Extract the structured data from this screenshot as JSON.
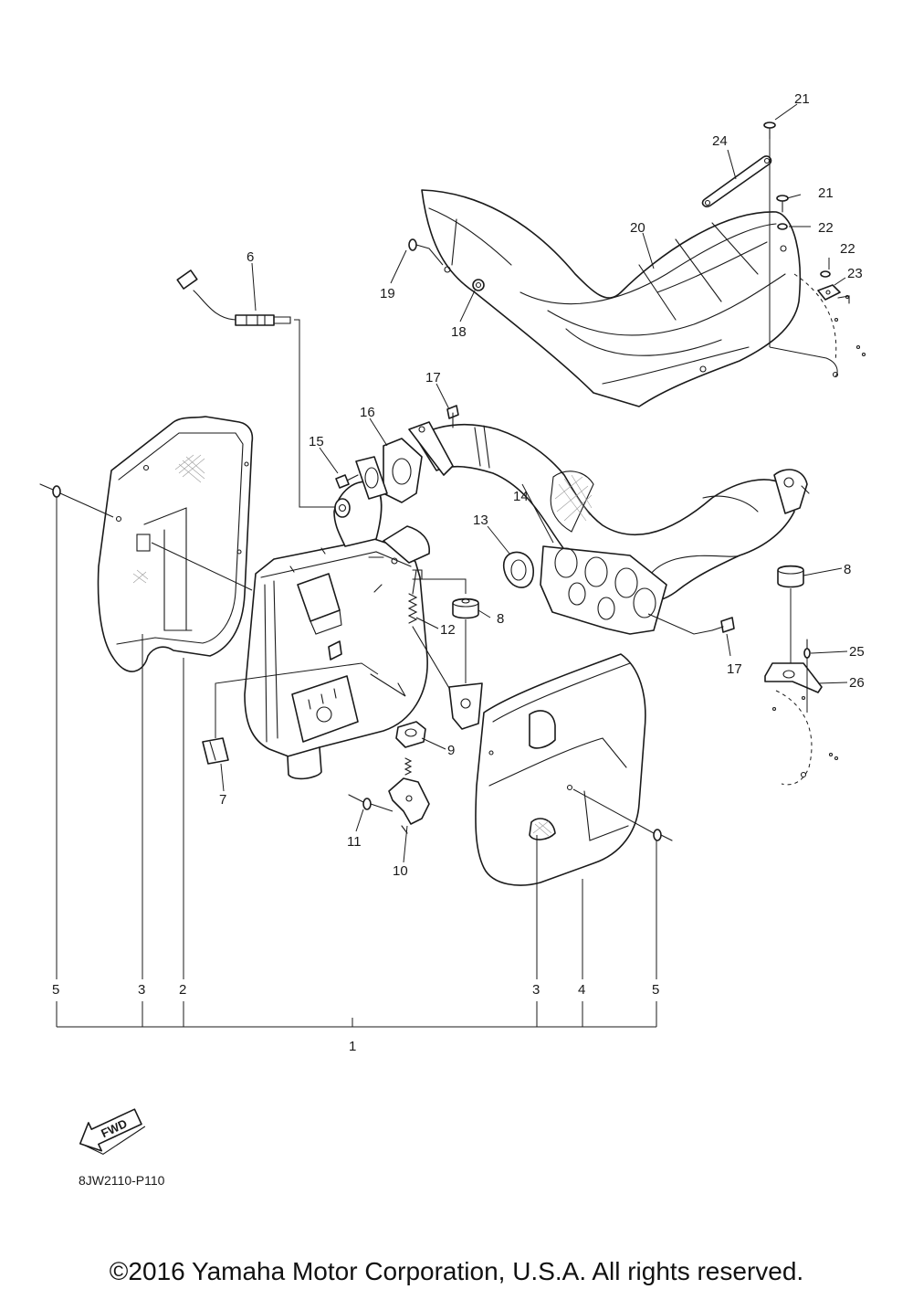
{
  "diagram": {
    "code": "8JW2110-P110",
    "fwd_label": "FWD",
    "copyright": "©2016 Yamaha Motor Corporation, U.S.A. All rights reserved.",
    "callouts": [
      "1",
      "2",
      "3",
      "3",
      "4",
      "5",
      "5",
      "6",
      "7",
      "8",
      "8",
      "9",
      "10",
      "11",
      "12",
      "13",
      "14",
      "15",
      "16",
      "17",
      "17",
      "18",
      "19",
      "20",
      "21",
      "21",
      "22",
      "22",
      "23",
      "24",
      "25",
      "26"
    ]
  },
  "colors": {
    "line": "#1a1a1a",
    "background": "#ffffff",
    "mesh": "#9a9a9a"
  }
}
